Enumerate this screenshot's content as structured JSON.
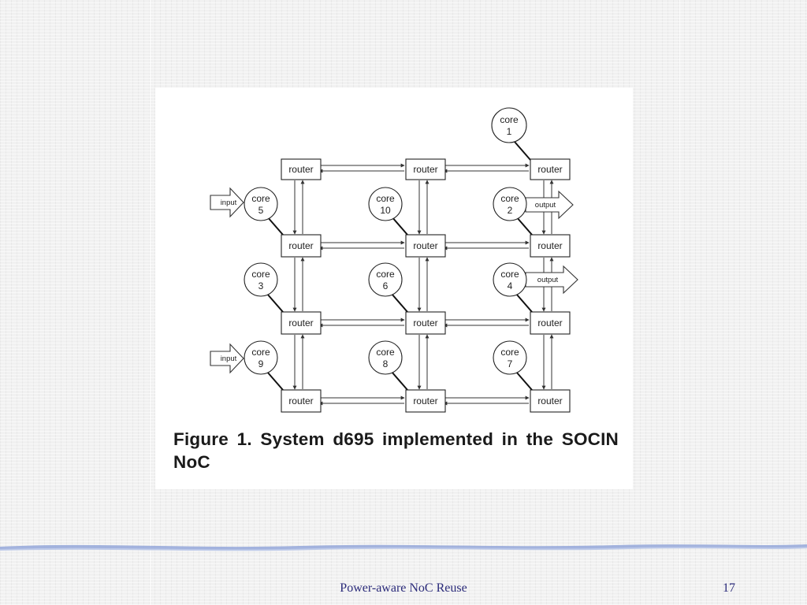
{
  "slide": {
    "footer_title": "Power-aware NoC Reuse",
    "page_number": "17",
    "accent_color": "#8fa3d8"
  },
  "figure": {
    "caption": "Figure 1. System d695 implemented in the SOCIN NoC",
    "router_label": "router",
    "routers": [
      {
        "row": 0,
        "col": 0
      },
      {
        "row": 0,
        "col": 1
      },
      {
        "row": 0,
        "col": 2
      },
      {
        "row": 1,
        "col": 0
      },
      {
        "row": 1,
        "col": 1
      },
      {
        "row": 1,
        "col": 2
      },
      {
        "row": 2,
        "col": 0
      },
      {
        "row": 2,
        "col": 1
      },
      {
        "row": 2,
        "col": 2
      },
      {
        "row": 3,
        "col": 0
      },
      {
        "row": 3,
        "col": 1
      },
      {
        "row": 3,
        "col": 2
      }
    ],
    "cores": [
      {
        "word": "core",
        "number": "1"
      },
      {
        "word": "core",
        "number": "5"
      },
      {
        "word": "core",
        "number": "10"
      },
      {
        "word": "core",
        "number": "2"
      },
      {
        "word": "core",
        "number": "3"
      },
      {
        "word": "core",
        "number": "6"
      },
      {
        "word": "core",
        "number": "4"
      },
      {
        "word": "core",
        "number": "9"
      },
      {
        "word": "core",
        "number": "8"
      },
      {
        "word": "core",
        "number": "7"
      }
    ],
    "io_ports": [
      {
        "label": "input",
        "direction": "in"
      },
      {
        "label": "output",
        "direction": "out"
      },
      {
        "label": "output",
        "direction": "out"
      },
      {
        "label": "input",
        "direction": "in"
      }
    ]
  }
}
